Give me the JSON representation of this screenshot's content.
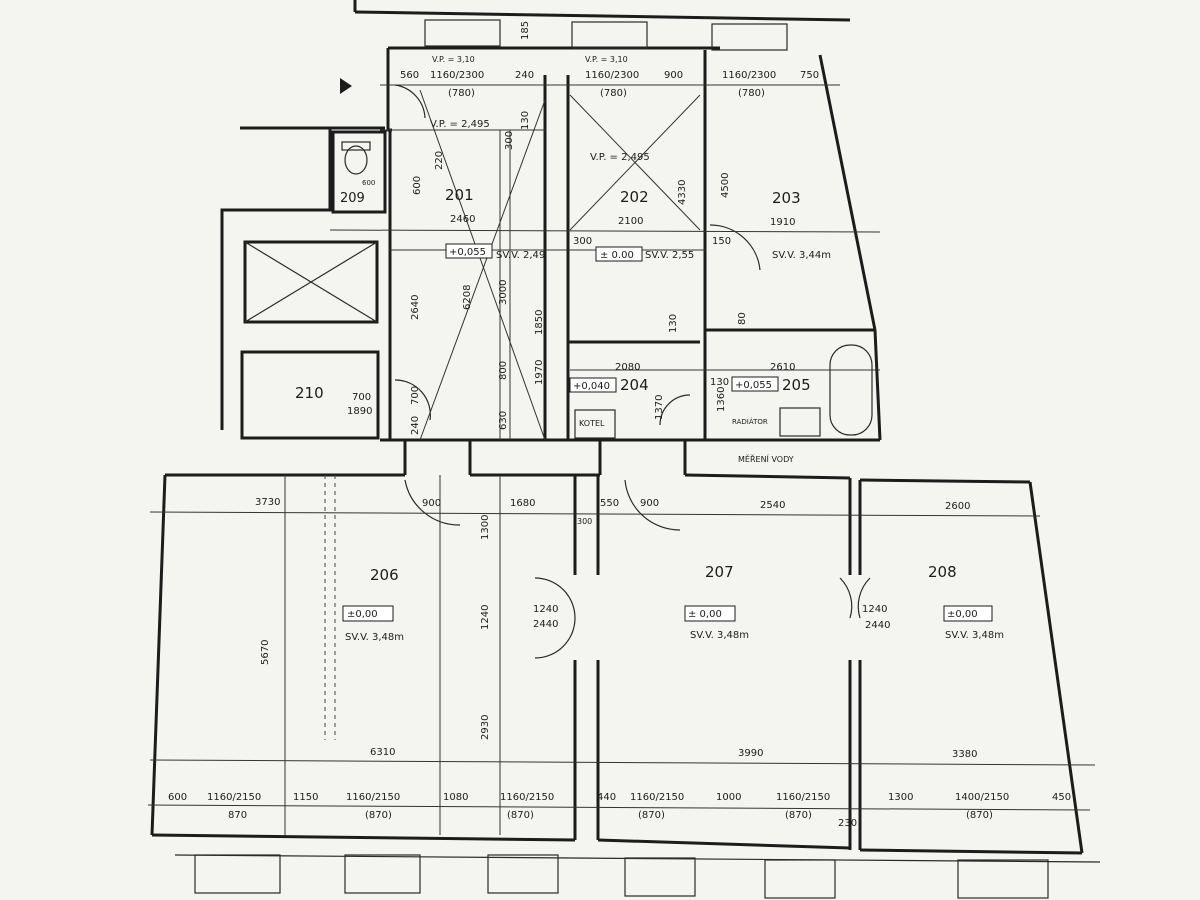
{
  "rooms": {
    "r201": {
      "num": "201",
      "width": "2460",
      "level": "+0,055",
      "height": "SV.V. 2,49",
      "h1": "2640",
      "h2": "3000",
      "vp": "V.P. = 2,495"
    },
    "r202": {
      "num": "202",
      "width": "2100",
      "level": "± 0.00",
      "height": "SV.V. 2,55",
      "h1": "4330",
      "vp": "V.P. = 2,495"
    },
    "r203": {
      "num": "203",
      "width": "1910",
      "height": "SV.V. 3,44m",
      "h1": "4500"
    },
    "r204": {
      "num": "204",
      "width": "2080",
      "level": "+0,040",
      "note": "KOTEL"
    },
    "r205": {
      "num": "205",
      "width": "2610",
      "level": "+0,055",
      "note1": "RADIÁTOR",
      "note2": "MĚŘENÍ VODY"
    },
    "r206": {
      "num": "206",
      "width_top": "3730",
      "width_mid": "1680",
      "width_bottom": "6310",
      "level": "±0,00",
      "height": "SV.V. 3,48m",
      "h": "5670",
      "h2": "1300",
      "h3": "1240",
      "h4": "2930"
    },
    "r207": {
      "num": "207",
      "width_top": "2540",
      "width_bottom": "3990",
      "level": "± 0,00",
      "height": "SV.V. 3,48m",
      "d1": "1240",
      "d2": "2440"
    },
    "r208": {
      "num": "208",
      "width_top": "2600",
      "width_bottom": "3380",
      "level": "±0,00",
      "height": "SV.V. 3,48m",
      "d1": "1240",
      "d2": "2440"
    },
    "r209": {
      "num": "209",
      "d": "600"
    },
    "r210": {
      "num": "210",
      "d1": "700",
      "d2": "1890"
    }
  },
  "top_dims": {
    "a": "560",
    "b": "1160/2300",
    "c": "(780)",
    "d": "240",
    "e": "185",
    "f": "1160/2300",
    "g": "(780)",
    "h": "900",
    "i": "1160/2300",
    "j": "(780)",
    "k": "750",
    "vp1": "V.P. = 3,10",
    "vp2": "V.P. = 3,10"
  },
  "bottom_dims": {
    "a": "600",
    "b": "1160/2150",
    "c": "870",
    "d": "1150",
    "e": "1160/2150",
    "f": "(870)",
    "g": "1080",
    "h": "1160/2150",
    "i": "(870)",
    "j": "440",
    "k": "1160/2150",
    "l": "(870)",
    "m": "1000",
    "n": "1160/2150",
    "o": "(870)",
    "p": "230",
    "q": "1300",
    "r": "1400/2150",
    "s": "(870)",
    "t": "450"
  },
  "mid_dims": {
    "a": "900",
    "b": "550",
    "c": "900",
    "d": "300",
    "e": "300",
    "f": "150",
    "g": "6208",
    "h": "1970",
    "i": "1850",
    "j": "800",
    "k": "630",
    "l": "130",
    "m": "1370",
    "n": "1360",
    "o": "130",
    "p": "80",
    "q": "700",
    "r": "240",
    "s": "220",
    "t": "130",
    "u": "600",
    "v": "300"
  }
}
